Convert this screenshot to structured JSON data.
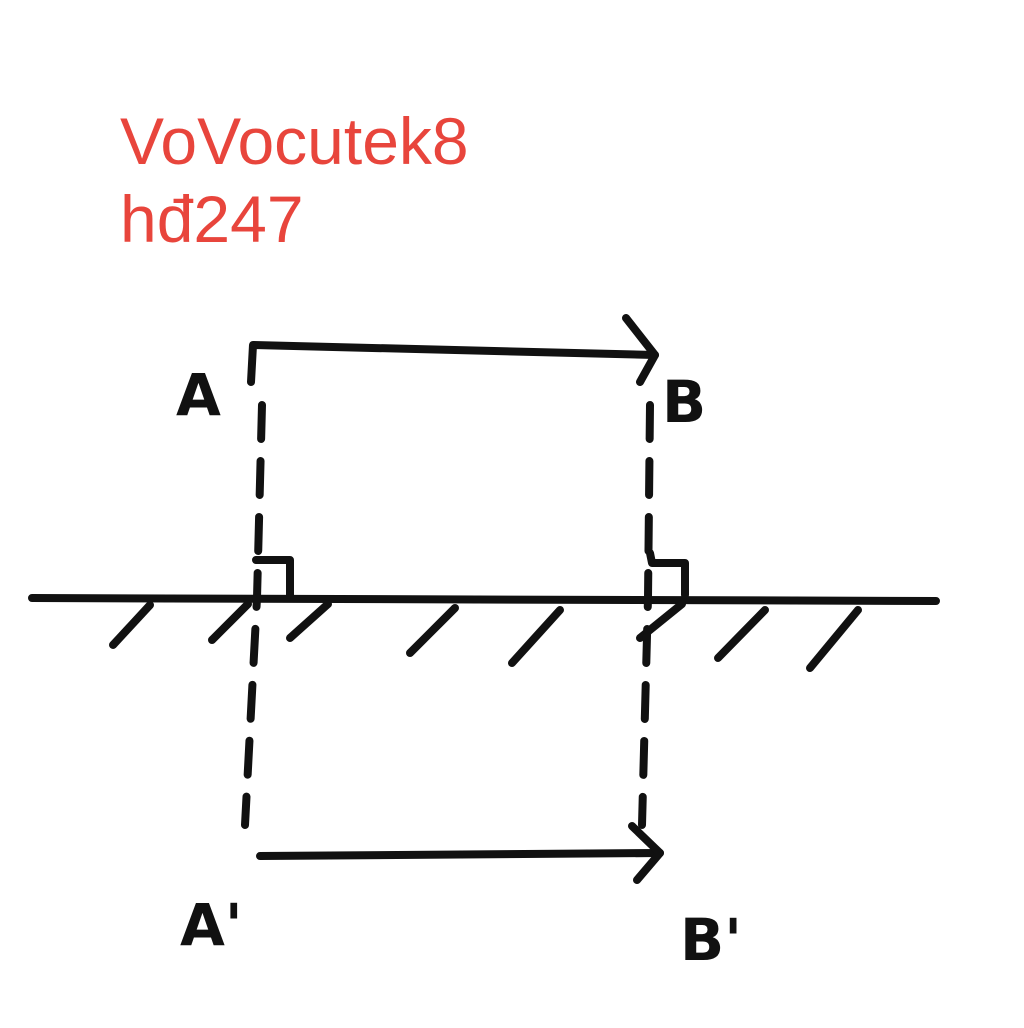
{
  "watermark": {
    "line1": "VoVocutek8",
    "line2": "hđ247",
    "color": "#e8453c"
  },
  "labels": {
    "a": "A",
    "b": "B",
    "a_prime": "A'",
    "b_prime": "B'"
  },
  "stroke_color": "#111111"
}
